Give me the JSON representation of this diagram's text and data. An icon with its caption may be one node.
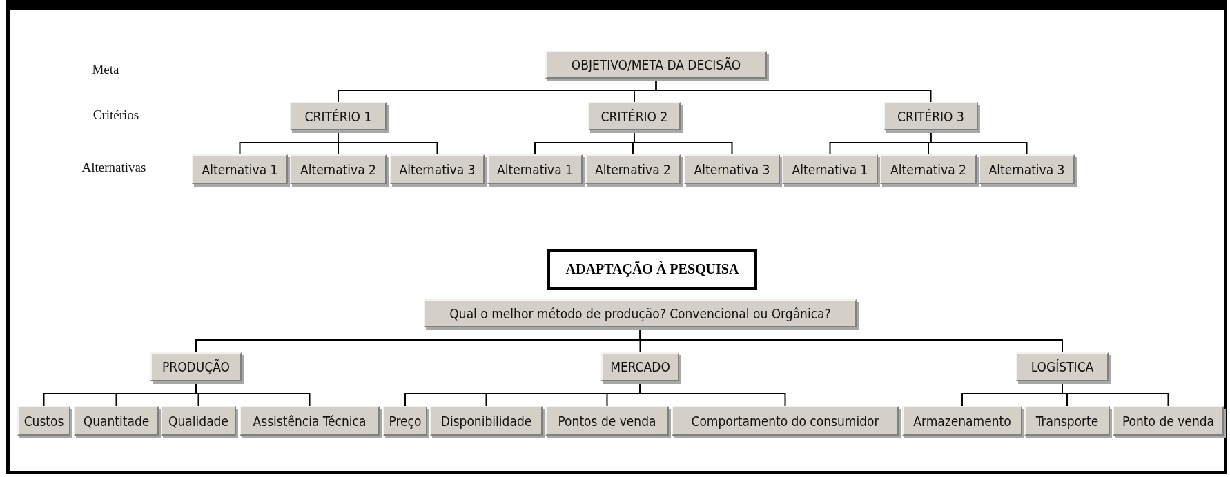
{
  "diagram": {
    "nodes": [
      {
        "text": [
          "OBJETIVO/META DA DECISÃO"
        ]
      },
      {
        "text": [
          "CRITÉRIO 1"
        ]
      },
      {
        "text": [
          "CRITÉRIO 2"
        ]
      },
      {
        "text": [
          "CRITÉRIO 3"
        ]
      },
      {
        "text": [
          "Alternativa 1"
        ]
      },
      {
        "text": [
          "Alternativa 2"
        ]
      },
      {
        "text": [
          "Alternativa 3"
        ]
      },
      {
        "text": [
          "Alternativa 1"
        ]
      },
      {
        "text": [
          "Alternativa 2"
        ]
      },
      {
        "text": [
          "Alternativa 3"
        ]
      },
      {
        "text": [
          "Alternativa 1"
        ]
      },
      {
        "text": [
          "Alternativa 2"
        ]
      },
      {
        "text": [
          "Alternativa 3"
        ]
      },
      {
        "text": [
          "ADAPTAÇÃO À PESQUISA"
        ]
      },
      {
        "text": [
          "Qual o melhor método de produção? Convencional ou Orgânica?"
        ]
      },
      {
        "text": [
          "PRODUÇÃO"
        ]
      },
      {
        "text": [
          "MERCADO"
        ]
      },
      {
        "text": [
          "LOGÍSTICA"
        ]
      },
      {
        "text": [
          "Custos"
        ]
      },
      {
        "text": [
          "Quantitade"
        ]
      },
      {
        "text": [
          "Qualidade"
        ]
      },
      {
        "text": [
          "Assistência Técnica"
        ]
      },
      {
        "text": [
          "Preço"
        ]
      },
      {
        "text": [
          "Disponibilidade"
        ]
      },
      {
        "text": [
          "Pontos de venda"
        ]
      },
      {
        "text": [
          "Comportamento do consumidor"
        ]
      },
      {
        "text": [
          "Armazenamento"
        ]
      },
      {
        "text": [
          "Transporte"
        ]
      },
      {
        "text": [
          "Ponto de venda"
        ]
      }
    ],
    "edges": [
      {
        "from": 0,
        "to": 1,
        "arrow": "none"
      },
      {
        "from": 0,
        "to": 2,
        "arrow": "none"
      },
      {
        "from": 0,
        "to": 3,
        "arrow": "none"
      },
      {
        "from": 1,
        "to": 4,
        "arrow": "none"
      },
      {
        "from": 1,
        "to": 5,
        "arrow": "none"
      },
      {
        "from": 1,
        "to": 6,
        "arrow": "none"
      },
      {
        "from": 2,
        "to": 7,
        "arrow": "none"
      },
      {
        "from": 2,
        "to": 8,
        "arrow": "none"
      },
      {
        "from": 2,
        "to": 9,
        "arrow": "none"
      },
      {
        "from": 3,
        "to": 10,
        "arrow": "none"
      },
      {
        "from": 3,
        "to": 11,
        "arrow": "none"
      },
      {
        "from": 3,
        "to": 12,
        "arrow": "none"
      },
      {
        "from": 14,
        "to": 15,
        "arrow": "none"
      },
      {
        "from": 14,
        "to": 16,
        "arrow": "none"
      },
      {
        "from": 14,
        "to": 17,
        "arrow": "none"
      },
      {
        "from": 15,
        "to": 18,
        "arrow": "none"
      },
      {
        "from": 15,
        "to": 19,
        "arrow": "none"
      },
      {
        "from": 15,
        "to": 20,
        "arrow": "none"
      },
      {
        "from": 15,
        "to": 21,
        "arrow": "none"
      },
      {
        "from": 16,
        "to": 22,
        "arrow": "none"
      },
      {
        "from": 16,
        "to": 23,
        "arrow": "none"
      },
      {
        "from": 16,
        "to": 24,
        "arrow": "none"
      },
      {
        "from": 16,
        "to": 25,
        "arrow": "none"
      },
      {
        "from": 17,
        "to": 26,
        "arrow": "none"
      },
      {
        "from": 17,
        "to": 27,
        "arrow": "none"
      },
      {
        "from": 17,
        "to": 28,
        "arrow": "none"
      }
    ],
    "labels": [
      "Meta",
      "Critérios",
      "Alternativas"
    ]
  }
}
